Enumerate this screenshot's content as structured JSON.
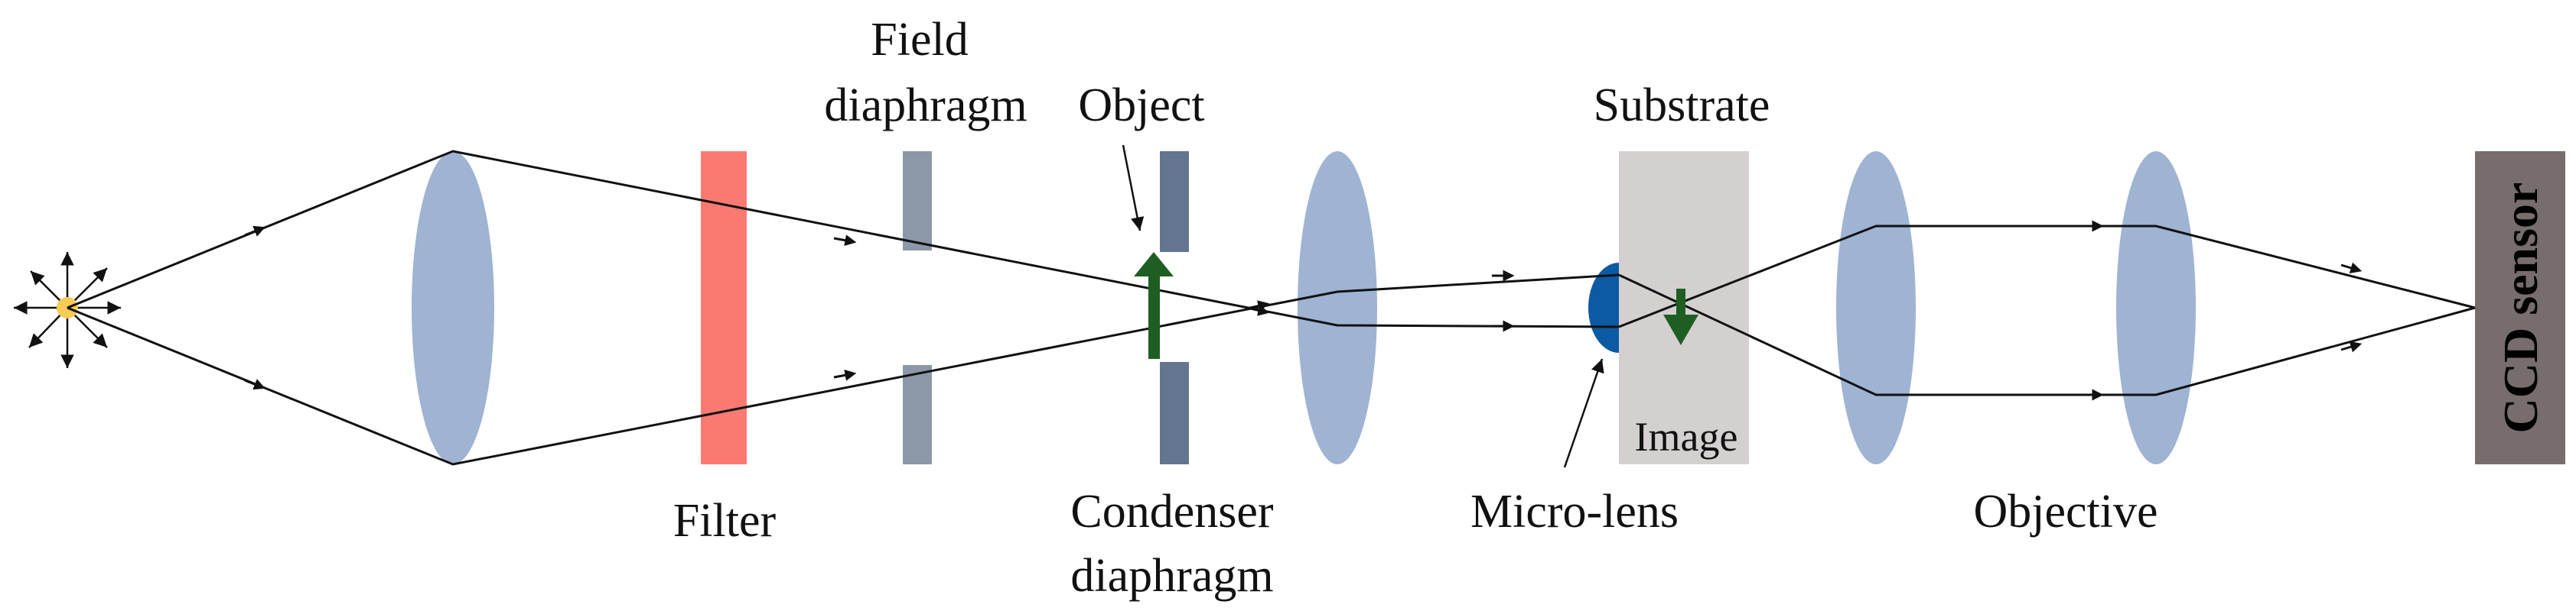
{
  "diagram": {
    "labels": {
      "field_diaphragm_line1": "Field",
      "field_diaphragm_line2": "diaphragm",
      "object": "Object",
      "substrate": "Substrate",
      "filter": "Filter",
      "condenser_line1": "Condenser",
      "condenser_line2": "diaphragm",
      "micro_lens": "Micro-lens",
      "image": "Image",
      "objective": "Objective",
      "ccd_sensor": "CCD sensor"
    },
    "colors": {
      "lens": "#9fb3d3",
      "filter": "#fa7a72",
      "field_diaphragm": "#8c97a8",
      "condenser_diaphragm": "#647590",
      "substrate": "#d4d0d0",
      "micro_lens": "#0b5aa3",
      "object_arrow": "#1f5e23",
      "ccd_sensor": "#776d6d",
      "source": "#f7cb55",
      "ray": "#111111"
    }
  }
}
